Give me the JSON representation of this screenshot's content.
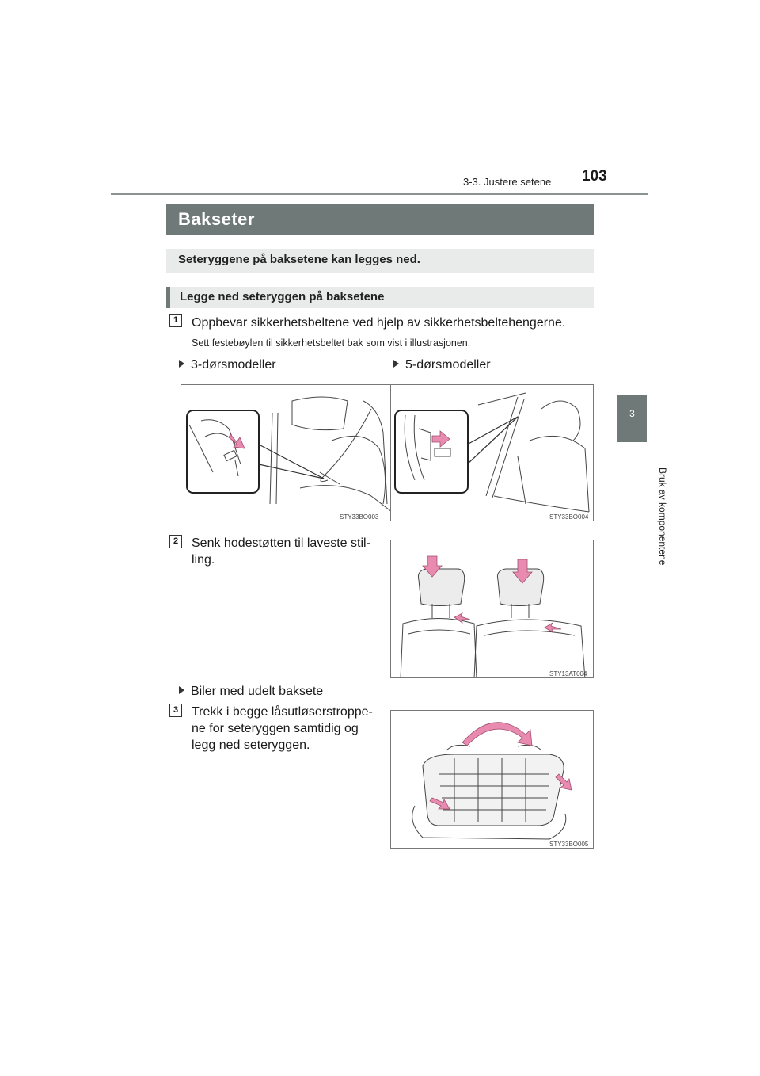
{
  "header": {
    "page_number": "103",
    "section": "3-3. Justere setene"
  },
  "side_tab": {
    "chapter_number": "3",
    "chapter_title": "Bruk av komponentene"
  },
  "title": "Bakseter",
  "intro": "Seteryggene på baksetene kan legges ned.",
  "subheading": "Legge ned seteryggen på baksetene",
  "steps": [
    {
      "number": "1",
      "text": "Oppbevar sikkerhetsbeltene ved hjelp av sikkerhetsbeltehengerne.",
      "note": "Sett festebøylen til sikkerhetsbeltet bak som vist i illustrasjonen.",
      "variants": [
        {
          "label": "3-dørsmodeller",
          "figure_code": "STY33BO003"
        },
        {
          "label": "5-dørsmodeller",
          "figure_code": "STY33BO004"
        }
      ]
    },
    {
      "number": "2",
      "text": "Senk hodestøtten til laveste stil-ling.",
      "text_line1": "Senk hodestøtten til laveste stil-",
      "text_line2": "ling.",
      "figure_code": "STY13AT004"
    },
    {
      "number": "3",
      "variant_label": "Biler med udelt baksete",
      "text_line1": "Trekk i begge låsutløserstroppe-",
      "text_line2": "ne for seteryggen samtidig og",
      "text_line3": "legg ned seteryggen.",
      "figure_code": "STY33BO005"
    }
  ],
  "colors": {
    "accent": "#6f7a78",
    "box_bg": "#e8ebea",
    "arrow_pink": "#e98bb0"
  }
}
